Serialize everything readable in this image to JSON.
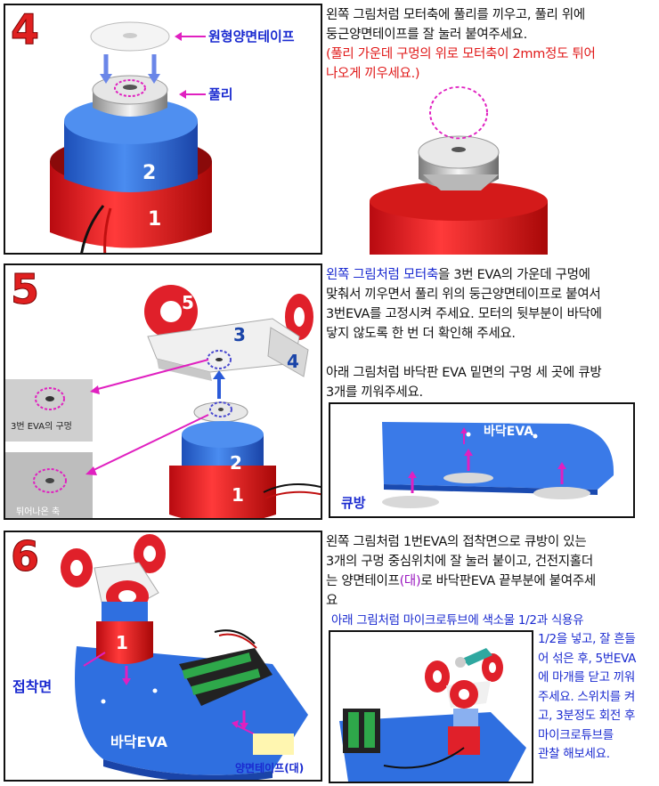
{
  "step4": {
    "number": "4",
    "label_tape": "원형양면테이프",
    "label_pulley": "풀리",
    "part1": "1",
    "part2": "2",
    "text_line1": "왼쪽 그림처럼 모터축에 풀리를 끼우고, 풀리 위에",
    "text_line2": "둥근양면테이프를 잘 눌러 붙여주세요.",
    "note_line1": "(풀리 가운데 구멍의 위로 모터축이 2mm정도 튀어",
    "note_line2": "나오게 끼우세요.)"
  },
  "step5": {
    "number": "5",
    "part5": "5",
    "part3": "3",
    "part4": "4",
    "part2": "2",
    "part1": "1",
    "zoom_label_hole": "3번 EVA의 구멍",
    "zoom_label_shaft": "튀어나온 축",
    "text_highlight": "왼쪽 그림처럼 모터축",
    "text_line1_rest": "을 3번 EVA의 가운데 구멍에",
    "text_line2": "맞춰서 끼우면서 풀리 위의 둥근양면테이프로 붙여서",
    "text_line3": "3번EVA를 고정시켜 주세요. 모터의 뒷부분이 바닥에",
    "text_line4": "닿지 않도록 한 번 더 확인해 주세요.",
    "text_line5": "아래 그림처럼 바닥판 EVA 밑면의 구멍 세 곳에 큐방",
    "text_line6": "3개를 끼워주세요.",
    "inset_label_base": "바닥EVA",
    "inset_label_cup": "큐방"
  },
  "step6": {
    "number": "6",
    "part1": "1",
    "label_adhesive": "접착면",
    "label_base": "바닥EVA",
    "label_tape": "양면테이프(대)",
    "text_line1": "왼쪽 그림처럼 1번EVA의 접착면으로 큐방이 있는",
    "text_line2": "3개의 구멍 중심위치에 잘 눌러 붙이고,  건전지홀더",
    "text_line3_a": "는 양면테이프",
    "text_line3_b": "(대)",
    "text_line3_c": "로 바닥판EVA 끝부분에 붙여주세",
    "text_line4": "요",
    "blue_line1": "아래 그림처럼 마이크로튜브에 색소물 1/2과 식용유",
    "blue_side": [
      "1/2을 넣고, 잘 흔들",
      "어 섞은 후, 5번EVA",
      "에 마개를 닫고 끼워",
      "주세요. 스위치를 켜",
      "고, 3분정도 회전 후",
      "마이크로튜브를",
      "관찰 해보세요."
    ]
  },
  "colors": {
    "red_part": "#e01c24",
    "blue_part": "#2f6fe0",
    "arrow_magenta": "#e020c0",
    "number_red": "#e02020",
    "note_red": "#e01818",
    "text_blue": "#1a2ad0"
  }
}
